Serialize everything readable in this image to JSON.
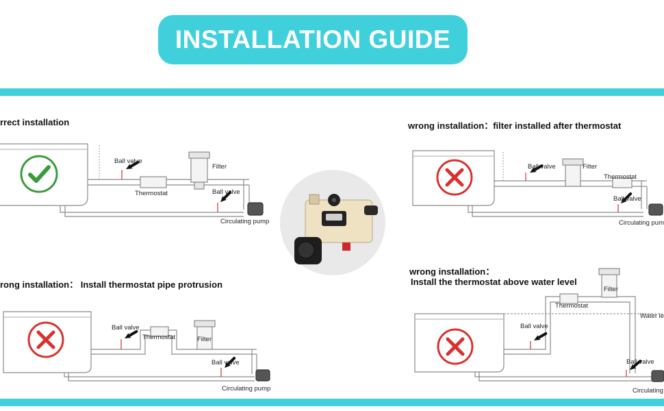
{
  "header": {
    "title": "INSTALLATION GUIDE"
  },
  "colors": {
    "accent": "#3fd0dc",
    "ok": "#3a9b3a",
    "bad": "#d9312f"
  },
  "panels": {
    "correct": {
      "caption": "rrect installation",
      "labels": {
        "ball_valve_1": "Ball valve",
        "thermostat": "Thermostat",
        "filter": "Filter",
        "ball_valve_2": "Ball valve",
        "pump": "Circulating pump"
      },
      "status_icon": "check-icon"
    },
    "wrong_filter_after": {
      "caption": "wrong installation：filter installed after thermostat",
      "labels": {
        "ball_valve_1": "Ball valve",
        "filter": "Filter",
        "thermostat": "Thermostat",
        "ball_valve_2": "Ball valve",
        "pump": "Circulating pump"
      },
      "status_icon": "cross-icon"
    },
    "wrong_protrusion": {
      "caption": "rong installation：  Install thermostat pipe protrusion",
      "labels": {
        "ball_valve_1": "Ball valve",
        "thermostat": "Thermostat",
        "filter": "Filter",
        "ball_valve_2": "Ball valve",
        "pump": "Circulating pump"
      },
      "status_icon": "cross-icon"
    },
    "wrong_above_level": {
      "caption_line1": "wrong installation：",
      "caption_line2": "Install the thermostat above water level",
      "labels": {
        "thermostat": "Thermostat",
        "filter": "Filter",
        "water_level": "Water lev",
        "ball_valve_1": "Ball valve",
        "ball_valve_2": "Ball valve",
        "pump": "Circulating pump"
      },
      "status_icon": "cross-icon"
    }
  },
  "heater": {
    "icon": "pool-heater-icon"
  }
}
